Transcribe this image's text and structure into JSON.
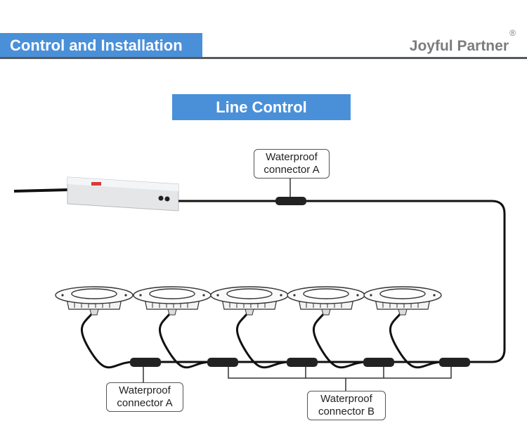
{
  "header": {
    "title": "Control and Installation",
    "brand": "Joyful Partner",
    "registered_mark": "®",
    "accent_color": "#4a90d9"
  },
  "section": {
    "title": "Line Control"
  },
  "diagram": {
    "components": {
      "driver": "LED power supply / driver",
      "lights": 5,
      "light_type": "recessed underwater light"
    },
    "callouts": {
      "top_connector_a": [
        "Waterproof",
        "connector A"
      ],
      "bottom_connector_a": [
        "Waterproof",
        "connector A"
      ],
      "connector_b": [
        "Waterproof",
        "connector B"
      ]
    }
  }
}
